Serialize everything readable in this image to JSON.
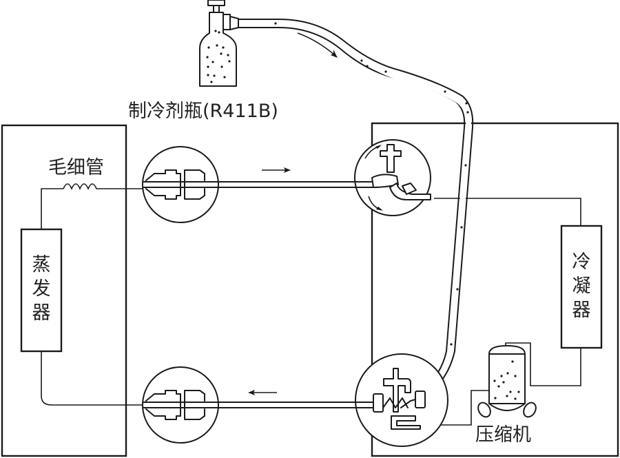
{
  "diagram": {
    "type": "refrigerant-charging-schematic",
    "labels": {
      "refrigerant_bottle": "制冷剂瓶(R411B)",
      "capillary_tube": "毛细管",
      "evaporator": [
        "蒸",
        "发",
        "器"
      ],
      "condenser": [
        "冷",
        "凝",
        "器"
      ],
      "compressor": "压缩机"
    },
    "units": {
      "indoor": "indoor-unit",
      "outdoor": "outdoor-unit"
    },
    "flow": {
      "top_pipe_direction": "right",
      "bottom_pipe_direction": "left",
      "charge_hose_direction": "bottle-to-low-pressure-valve"
    },
    "colors": {
      "line": "#1a1a1a",
      "background": "#ffffff"
    }
  }
}
